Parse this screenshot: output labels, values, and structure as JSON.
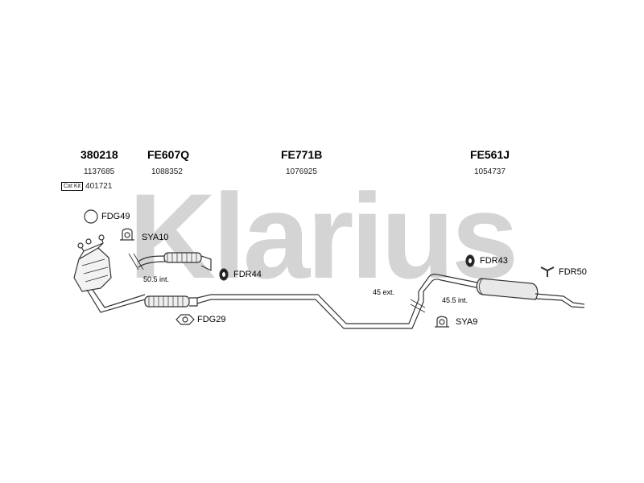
{
  "watermark": {
    "text": "Klarius",
    "color": "#cccccc"
  },
  "parts": [
    {
      "code": "380218",
      "number": "1137685"
    },
    {
      "code": "FE607Q",
      "number": "1088352"
    },
    {
      "code": "FE771B",
      "number": "1076925"
    },
    {
      "code": "FE561J",
      "number": "1054737"
    }
  ],
  "catkit": {
    "badge": "Cat Kit",
    "number": "401721"
  },
  "fittings": {
    "fdg49": "FDG49",
    "sya10": "SYA10",
    "fdr44": "FDR44",
    "fdg29": "FDG29",
    "fdr43": "FDR43",
    "fdr50": "FDR50",
    "sya9": "SYA9"
  },
  "dimensions": {
    "d1": "50.5 int.",
    "d2": "45 ext.",
    "d3": "45.5 int."
  },
  "colors": {
    "line": "#333333",
    "part": "#555555"
  }
}
